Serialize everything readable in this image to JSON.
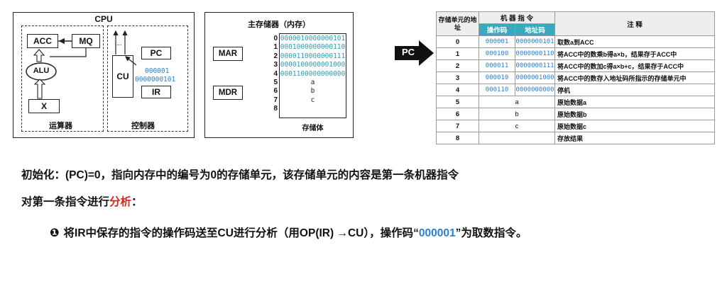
{
  "cpu": {
    "title": "CPU",
    "acc": "ACC",
    "mq": "MQ",
    "alu": "ALU",
    "x": "X",
    "cu": "CU",
    "pc": "PC",
    "ir": "IR",
    "ellipsis": "...",
    "cu_op": "000001",
    "cu_addr": "0000000101",
    "alu_label": "运算器",
    "ctrl_label": "控制器"
  },
  "memory": {
    "title": "主存储器（内存）",
    "mar": "MAR",
    "mdr": "MDR",
    "body_label": "存储体",
    "addresses": [
      "0",
      "1",
      "2",
      "3",
      "4",
      "5",
      "6",
      "7",
      "8"
    ],
    "cells": [
      "0000010000000101",
      "0001000000000110",
      "0000110000000111",
      "0000100000001000",
      "0001100000000000",
      "a",
      "b",
      "c",
      ""
    ]
  },
  "pc_arrow": "PC",
  "table": {
    "h_addr": "存储单元的地址",
    "h_instr": "机 器 指 令",
    "h_note": "注  释",
    "h_op": "操作码",
    "h_ad": "地址码",
    "rows": [
      {
        "addr": "0",
        "op": "000001",
        "ad": "0000000101",
        "note": "取数a到ACC"
      },
      {
        "addr": "1",
        "op": "000100",
        "ad": "0000000110",
        "note": "将ACC中的数乘b得a×b，结果存于ACC中"
      },
      {
        "addr": "2",
        "op": "000011",
        "ad": "0000000111",
        "note": "将ACC中的数加c得a×b+c，结果存于ACC中"
      },
      {
        "addr": "3",
        "op": "000010",
        "ad": "0000001000",
        "note": "将ACC中的数存入地址码所指示的存储单元中"
      },
      {
        "addr": "4",
        "op": "000110",
        "ad": "0000000000",
        "note": "停机"
      },
      {
        "addr": "5",
        "data": "a",
        "note": "原始数据a"
      },
      {
        "addr": "6",
        "data": "b",
        "note": "原始数据b"
      },
      {
        "addr": "7",
        "data": "c",
        "note": "原始数据c"
      },
      {
        "addr": "8",
        "data": "",
        "note": "存放结果"
      }
    ]
  },
  "text": {
    "line1": "初始化：(PC)=0，指向内存中的编号为0的存储单元，该存储单元的内容是第一条机器指令",
    "line2_pre": "对第一条指令进行",
    "line2_em": "分析",
    "line2_post": "：",
    "bullet": "❶",
    "line3_pre": "将IR中保存的指令的操作码送至CU进行分析（用OP(IR) →CU），操作码“",
    "line3_code": "000001",
    "line3_post": "”为取数指令。"
  },
  "colors": {
    "accent_blue": "#2b7fd0",
    "header_teal": "#3aa8c0",
    "emphasis_red": "#d9261c"
  }
}
